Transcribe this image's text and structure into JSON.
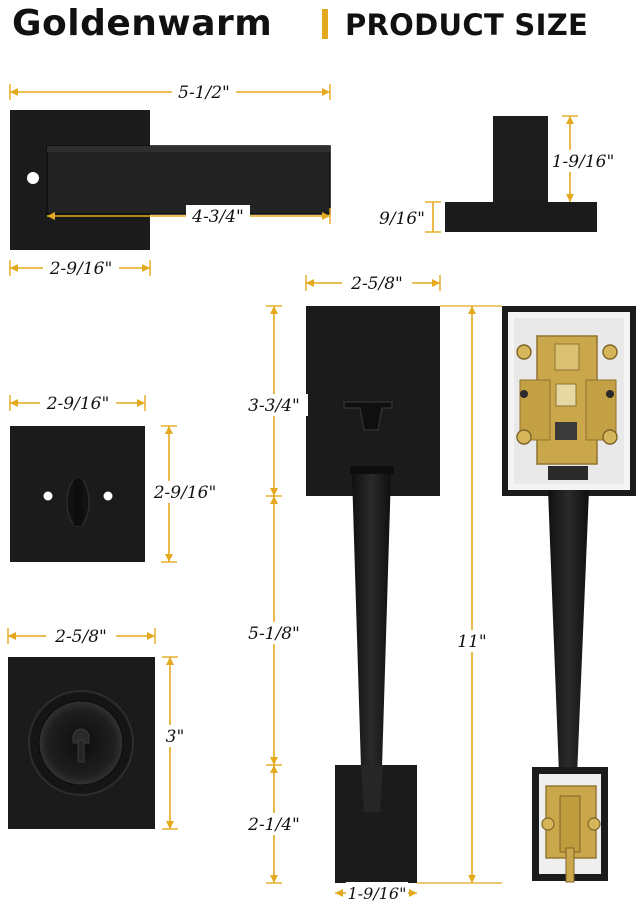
{
  "header": {
    "brand": "Goldenwarm",
    "title": "PRODUCT SIZE"
  },
  "colors": {
    "accent": "#e5a91f",
    "finish": "#1b1b1b",
    "brass": "#c9a74a"
  },
  "dimensions": {
    "lever_overall": "5-1/2\"",
    "lever_handle": "4-3/4\"",
    "lever_rose": "2-9/16\"",
    "lever_side_height": "1-9/16\"",
    "lever_side_base": "9/16\"",
    "deadbolt_inner_width": "2-9/16\"",
    "deadbolt_inner_height": "2-9/16\"",
    "deadbolt_outer_width": "2-5/8\"",
    "deadbolt_outer_height": "3\"",
    "handleset_width": "2-5/8\"",
    "handleset_top_plate": "3-3/4\"",
    "handleset_grip": "5-1/8\"",
    "handleset_bottom": "2-1/4\"",
    "handleset_total": "11\"",
    "handleset_base_width": "1-9/16\""
  }
}
